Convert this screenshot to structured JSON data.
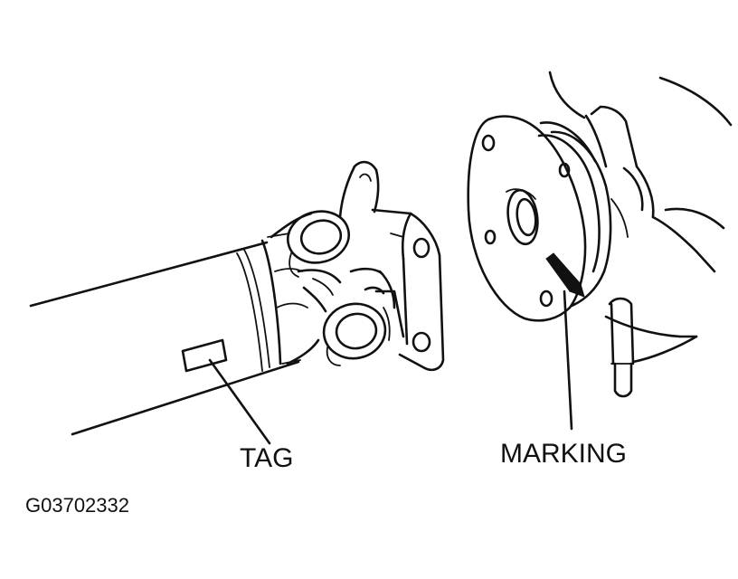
{
  "labels": {
    "tag": "TAG",
    "marking": "MARKING"
  },
  "figure_code": "G03702332",
  "colors": {
    "ink": "#111111",
    "background": "#ffffff"
  }
}
